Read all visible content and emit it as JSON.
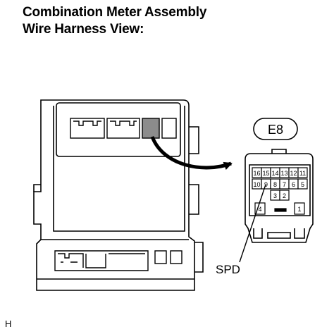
{
  "title": {
    "line1": "Combination Meter Assembly",
    "line2": "Wire Harness View:"
  },
  "connector": {
    "id": "E8",
    "pins_top": [
      "16",
      "15",
      "14",
      "13",
      "12",
      "11"
    ],
    "pins_mid": [
      "10",
      "9",
      "8",
      "7",
      "6",
      "5"
    ],
    "pins_bottom": [
      "3",
      "2"
    ],
    "pin_left": "4",
    "pin_right": "1",
    "callout": "SPD"
  },
  "footer": {
    "code": "H"
  },
  "colors": {
    "line": "#000000",
    "highlight": "#8c8c8c",
    "background": "#ffffff"
  }
}
